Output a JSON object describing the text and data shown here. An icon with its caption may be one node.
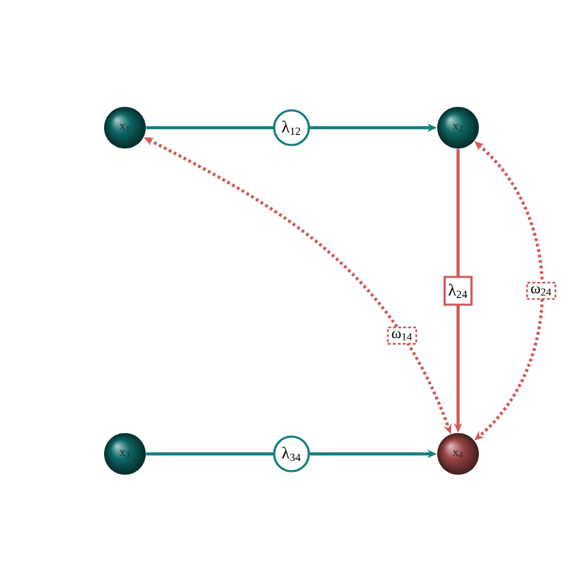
{
  "diagram": {
    "nodes": [
      {
        "text": [
          "x$_{1}$"
        ]
      },
      {
        "text": [
          "x$_{2}$"
        ]
      },
      {
        "text": [
          "x$_{3}$"
        ]
      },
      {
        "text": [
          "x$_{4}$"
        ]
      }
    ],
    "edges": [
      {
        "from": 0,
        "to": 1,
        "arrow": "to",
        "label": "λ$_{12}$",
        "color": "#14807f"
      },
      {
        "from": 1,
        "to": 3,
        "arrow": "to",
        "label": "λ$_{24}$",
        "color": "#d05a5a"
      },
      {
        "from": 2,
        "to": 3,
        "arrow": "to",
        "label": "λ$_{34}$",
        "color": "#14807f"
      },
      {
        "from": 0,
        "to": 3,
        "arrow": "both",
        "label": "ω$_{14}$",
        "style": "dashed",
        "color": "#d05a5a"
      },
      {
        "from": 1,
        "to": 3,
        "arrow": "both",
        "label": "ω$_{24}$",
        "style": "dashed",
        "color": "#d05a5a"
      }
    ]
  }
}
